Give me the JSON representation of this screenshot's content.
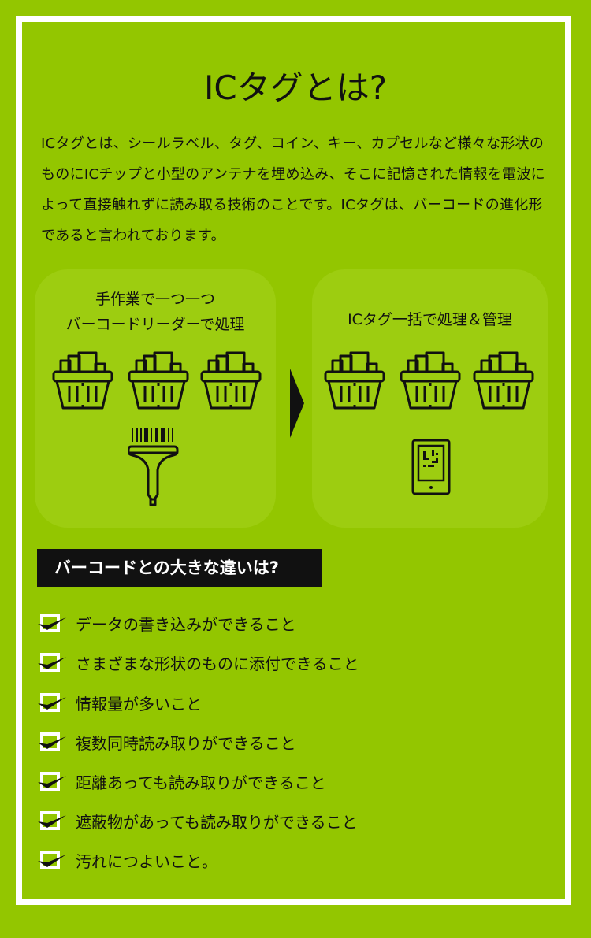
{
  "title": "ICタグとは?",
  "intro": "ICタグとは、シールラベル、タグ、コイン、キー、カプセルなど様々な形状のものにICチップと小型のアンテナを埋め込み、そこに記憶された情報を電波によって直接触れずに読み取る技術のことです。ICタグは、バーコードの進化形であると言われております。",
  "left_panel": {
    "line1": "手作業で一つ一つ",
    "line2": "バーコードリーダーで処理"
  },
  "right_panel": {
    "label": "ICタグ一括で処理＆管理"
  },
  "differences": {
    "heading": "バーコードとの大きな違いは?",
    "items": [
      "データの書き込みができること",
      "さまざまな形状のものに添付できること",
      "情報量が多いこと",
      "複数同時読み取りができること",
      "距離あっても読み取りができること",
      "遮蔽物があっても読み取りができること",
      "汚れにつよいこと。"
    ]
  }
}
